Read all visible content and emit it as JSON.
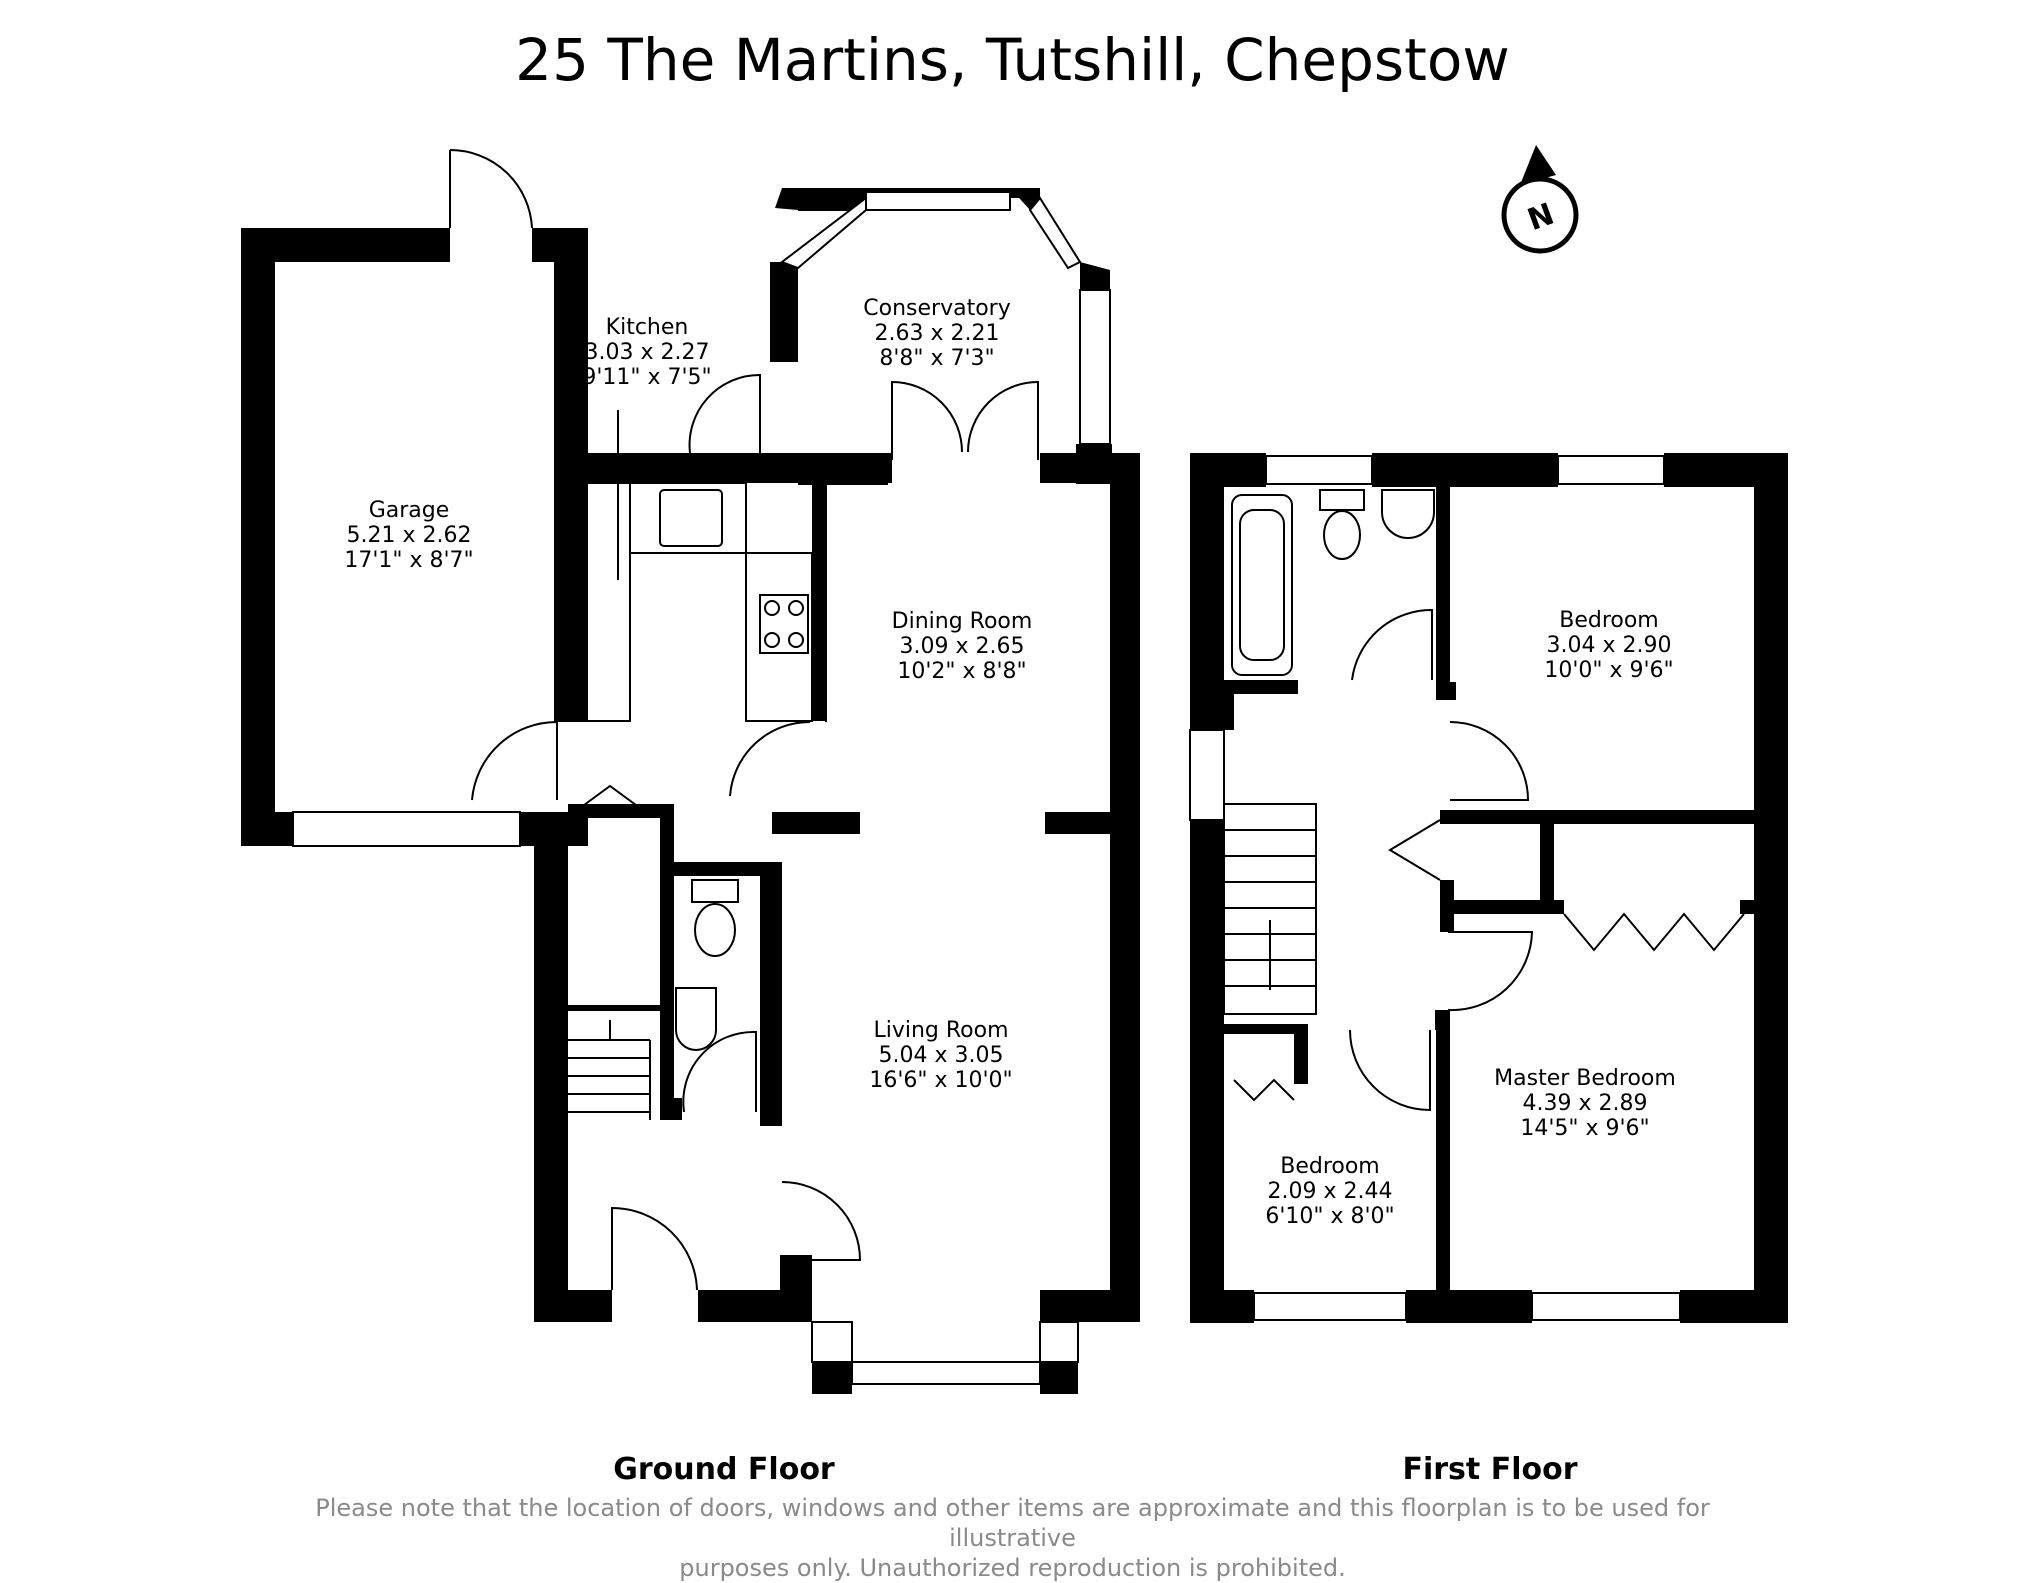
{
  "title": "25 The Martins, Tutshill, Chepstow",
  "compass": {
    "label": "N",
    "icon": "north-arrow-icon"
  },
  "floors": [
    {
      "label": "Ground Floor"
    },
    {
      "label": "First Floor"
    }
  ],
  "rooms": {
    "kitchen": {
      "name": "Kitchen",
      "metric": "3.03 x 2.27",
      "imperial": "9'11\" x 7'5\""
    },
    "conservatory": {
      "name": "Conservatory",
      "metric": "2.63 x 2.21",
      "imperial": "8'8\" x 7'3\""
    },
    "garage": {
      "name": "Garage",
      "metric": "5.21 x 2.62",
      "imperial": "17'1\" x 8'7\""
    },
    "dining": {
      "name": "Dining Room",
      "metric": "3.09 x 2.65",
      "imperial": "10'2\" x 8'8\""
    },
    "living": {
      "name": "Living Room",
      "metric": "5.04 x 3.05",
      "imperial": "16'6\" x 10'0\""
    },
    "bedroom1": {
      "name": "Bedroom",
      "metric": "3.04 x 2.90",
      "imperial": "10'0\" x 9'6\""
    },
    "master": {
      "name": "Master Bedroom",
      "metric": "4.39 x 2.89",
      "imperial": "14'5\" x 9'6\""
    },
    "bedroom2": {
      "name": "Bedroom",
      "metric": "2.09 x 2.44",
      "imperial": "6'10\" x 8'0\""
    }
  },
  "disclaimer": {
    "line1": "Please note that the location of doors, windows and other items are approximate and this floorplan is to be used for illustrative",
    "line2": "purposes only. Unauthorized reproduction is prohibited."
  }
}
